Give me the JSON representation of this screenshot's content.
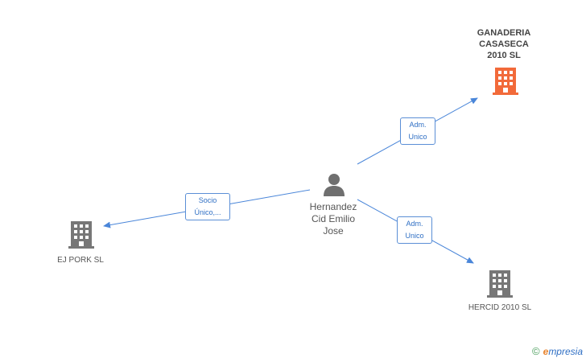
{
  "nodes": {
    "center": {
      "name": "Hernandez Cid Emilio Jose",
      "lines": [
        "Hernandez",
        "Cid Emilio",
        "Jose"
      ],
      "icon": "person-icon"
    },
    "ganaderia": {
      "lines": [
        "GANADERIA",
        "CASASECA",
        "2010 SL"
      ],
      "icon": "building-icon",
      "color": "#f26a3a"
    },
    "ejpork": {
      "label": "EJ PORK  SL",
      "icon": "building-icon",
      "color": "#777777"
    },
    "hercid": {
      "label": "HERCID 2010 SL",
      "icon": "building-icon",
      "color": "#777777"
    }
  },
  "edges": {
    "to_ganaderia": [
      "Adm.",
      "Unico"
    ],
    "to_ejpork": [
      "Socio",
      "Único,..."
    ],
    "to_hercid": [
      "Adm.",
      "Unico"
    ]
  },
  "colors": {
    "edge": "#4a86d9",
    "person": "#6f6f6f"
  },
  "watermark": {
    "copyright": "©",
    "brand_initial": "e",
    "brand_rest": "mpresia"
  }
}
